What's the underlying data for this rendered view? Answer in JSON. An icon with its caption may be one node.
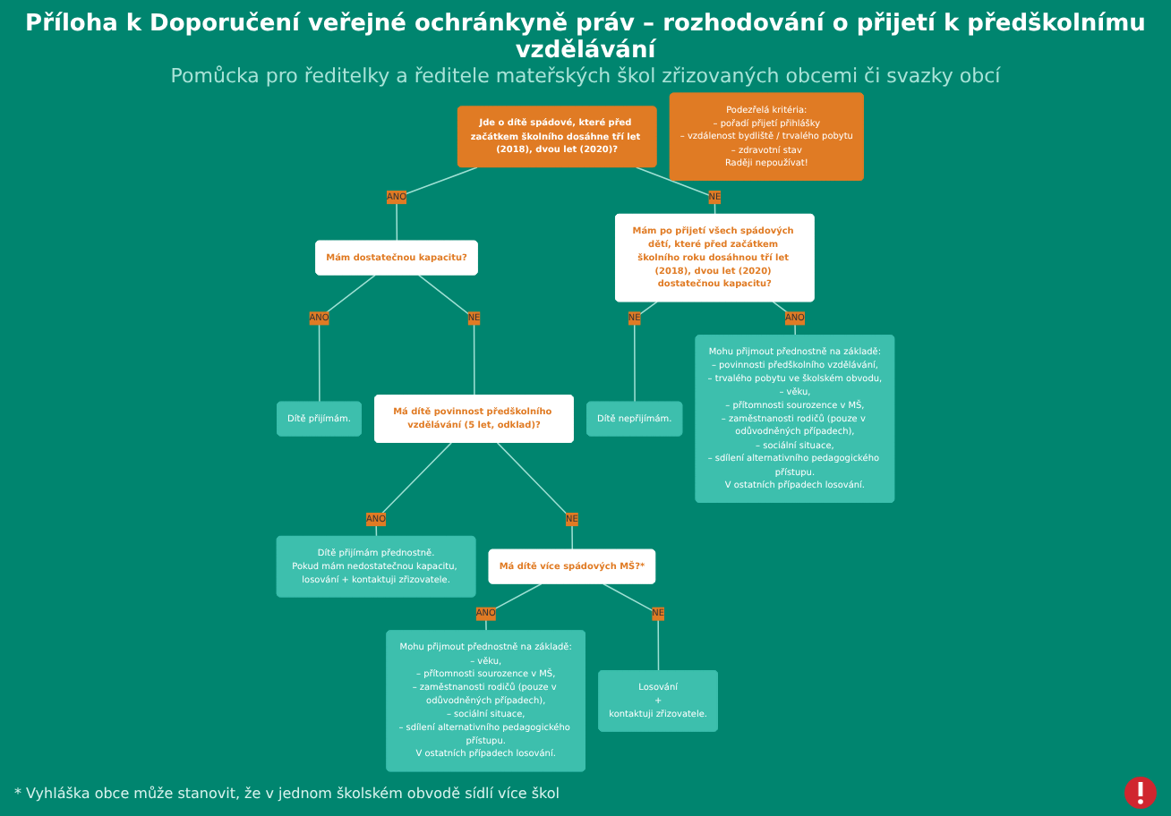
{
  "diagram": {
    "title": "Příloha k Doporučení veřejné ochránkyně práv – rozhodování o přijetí k předškolnímu vzdělávání",
    "nodes": [
      {
        "text": [
          "Mám dostatečnou kapacitu?"
        ]
      },
      {
        "text": [
          "Jde o dítě spádové, které před začátkem školního dosáhne tří let (2018), dvou let (2020)?"
        ]
      },
      {
        "text": [
          "Mám po přijetí všech spádových dětí, které před začátkem školního roku dosáhnou tří let (2018), dvou let (2020) dostatečnou kapacitu?"
        ]
      },
      {
        "text": [
          "Dítě přijímám."
        ]
      },
      {
        "text": [
          "Má dítě povinnost předškolního vzdělávání (5 let, odklad)?"
        ]
      },
      {
        "text": [
          "Dítě nepřijímám."
        ]
      },
      {
        "text": [
          "Mohu přijmout přednostně na základě:",
          "– povinnosti předškolního vzdělávání,",
          "– trvalého pobytu ve školském obvodu,",
          "– věku,",
          "– přítomnosti sourozence v MŠ,",
          "– zaměstnanosti rodičů (pouze v odůvodněných případech),",
          "– sociální situace,",
          "– sdílení alternativního pedagogického přístupu.",
          "V ostatních případech losování."
        ]
      },
      {
        "text": [
          "Dítě přijímám přednostně.",
          "Pokud mám nedostatečnou kapacitu, losování + kontaktuji zřizovatele."
        ]
      },
      {
        "text": [
          "Má dítě více spádových MŠ?*"
        ]
      },
      {
        "text": [
          "Mohu přijmout přednostně na základě:",
          "– věku,",
          "– přítomnosti sourozence v MŠ,",
          "– zaměstnanosti rodičů (pouze v odůvodněných případech),",
          "– sociální situace,",
          "– sdílení alternativního pedagogického přístupu.",
          "V ostatních případech losování."
        ]
      },
      {
        "text": [
          "Losování",
          "+",
          "kontaktuji zřizovatele."
        ]
      },
      {
        "text": [
          "Podezřelá kritéria:",
          "– pořadí přijetí přihlášky",
          "– vzdálenost bydliště / trvalého pobytu",
          "– zdravotní stav",
          "Raději nepoužívat!"
        ]
      }
    ],
    "edges": [
      {
        "from": 1,
        "to": 0,
        "arrow": "none",
        "label": "ANO"
      },
      {
        "from": 1,
        "to": 2,
        "arrow": "none",
        "label": "NE"
      },
      {
        "from": 0,
        "to": 3,
        "arrow": "none",
        "label": "ANO"
      },
      {
        "from": 0,
        "to": 4,
        "arrow": "none",
        "label": "NE"
      },
      {
        "from": 2,
        "to": 6,
        "arrow": "none",
        "label": "ANO"
      },
      {
        "from": 2,
        "to": 5,
        "arrow": "none",
        "label": "NE"
      },
      {
        "from": 4,
        "to": 7,
        "arrow": "none",
        "label": "ANO"
      },
      {
        "from": 4,
        "to": 8,
        "arrow": "none",
        "label": "NE"
      },
      {
        "from": 8,
        "to": 9,
        "arrow": "none",
        "label": "ANO"
      },
      {
        "from": 8,
        "to": 10,
        "arrow": "none",
        "label": "NE"
      }
    ],
    "labels": [
      "Pomůcka pro ředitelky a ředitele mateřských škol zřizovaných obcemi či svazky obcí",
      "* Vyhláška obce může stanovit, že v jednom školském obvodě sídlí více škol"
    ]
  }
}
